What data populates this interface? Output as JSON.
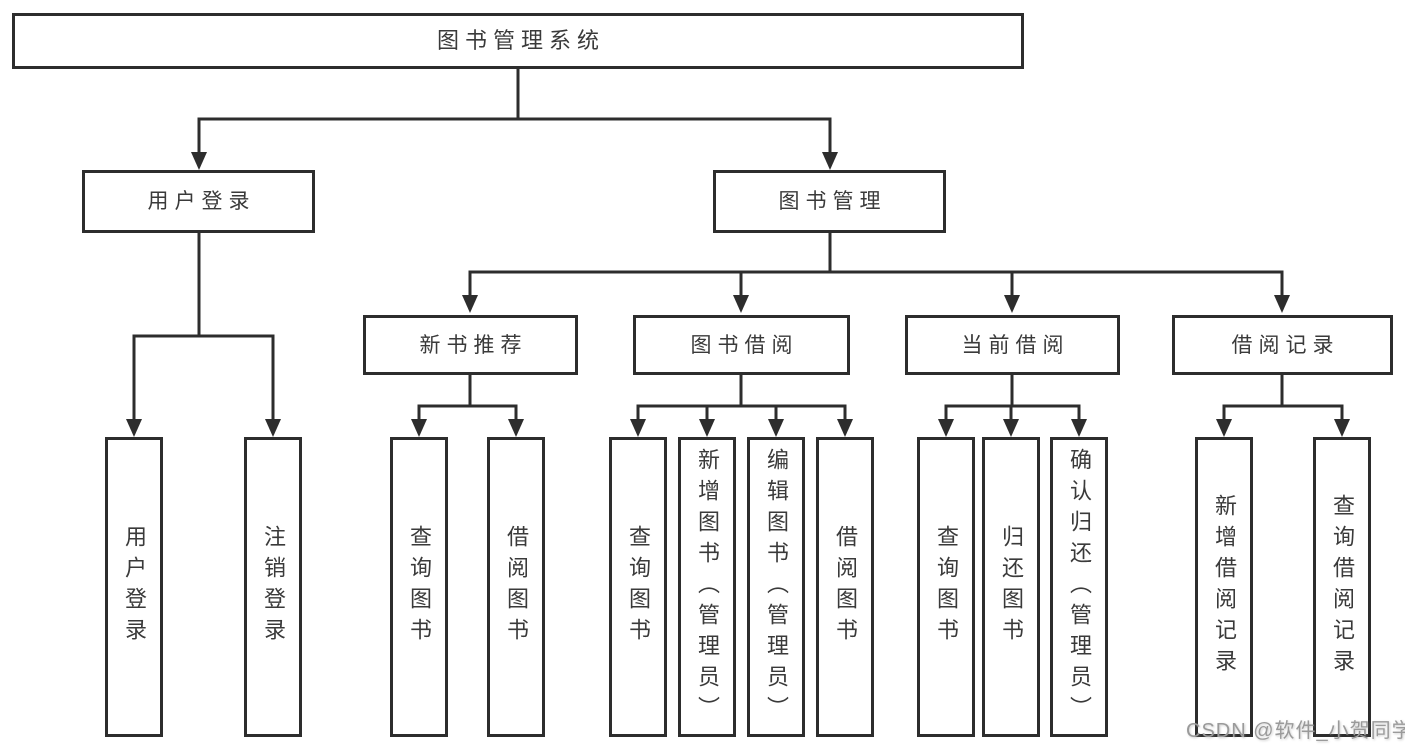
{
  "diagram": {
    "root": "图书管理系统",
    "branches": [
      {
        "label": "用户登录",
        "children": [
          "用户登录",
          "注销登录"
        ]
      },
      {
        "label": "图书管理",
        "groups": [
          {
            "label": "新书推荐",
            "children": [
              "查询图书",
              "借阅图书"
            ]
          },
          {
            "label": "图书借阅",
            "children": [
              "查询图书",
              "新增图书（管理员）",
              "编辑图书（管理员）",
              "借阅图书"
            ]
          },
          {
            "label": "当前借阅",
            "children": [
              "查询图书",
              "归还图书",
              "确认归还（管理员）"
            ]
          },
          {
            "label": "借阅记录",
            "children": [
              "新增借阅记录",
              "查询借阅记录"
            ]
          }
        ]
      }
    ],
    "watermark": "CSDN @软件_小贺同学",
    "colors": {
      "line": "#2d2d2d",
      "text": "#3a3a3a",
      "watermark": "#9a9a9a",
      "background": "#ffffff"
    }
  }
}
